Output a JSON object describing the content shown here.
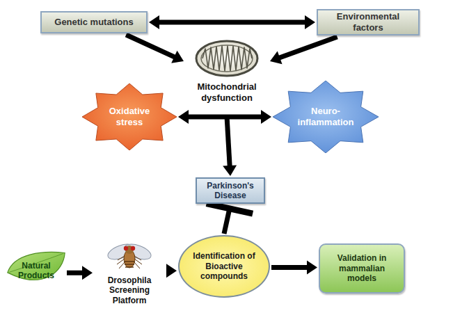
{
  "diagram": {
    "nodes": [
      {
        "text": [
          "Genetic mutations"
        ]
      },
      {
        "text": [
          "Environmental factors"
        ]
      },
      {
        "text": [
          "Mitochondrial dysfunction"
        ]
      },
      {
        "text": [
          "Oxidative stress"
        ]
      },
      {
        "text": [
          "Neuro- inflammation"
        ]
      },
      {
        "text": [
          "Parkinson's Disease"
        ]
      },
      {
        "text": [
          "Natural Products"
        ]
      },
      {
        "text": [
          "Drosophila Screening Platform"
        ]
      },
      {
        "text": [
          "Identification of Bioactive compounds"
        ]
      },
      {
        "text": [
          "Validation in mammalian models"
        ]
      }
    ],
    "edges": [
      {
        "from": 0,
        "to": 1,
        "arrow": "both"
      },
      {
        "from": 0,
        "to": 2,
        "arrow": "to"
      },
      {
        "from": 1,
        "to": 2,
        "arrow": "to"
      },
      {
        "from": 3,
        "to": 4,
        "arrow": "both"
      },
      {
        "from": 2,
        "to": 5,
        "arrow": "to"
      },
      {
        "from": 8,
        "to": 5,
        "arrow": "to"
      },
      {
        "from": 6,
        "to": 7,
        "arrow": "to"
      },
      {
        "from": 7,
        "to": 8,
        "arrow": "to"
      },
      {
        "from": 8,
        "to": 9,
        "arrow": "to"
      }
    ]
  }
}
